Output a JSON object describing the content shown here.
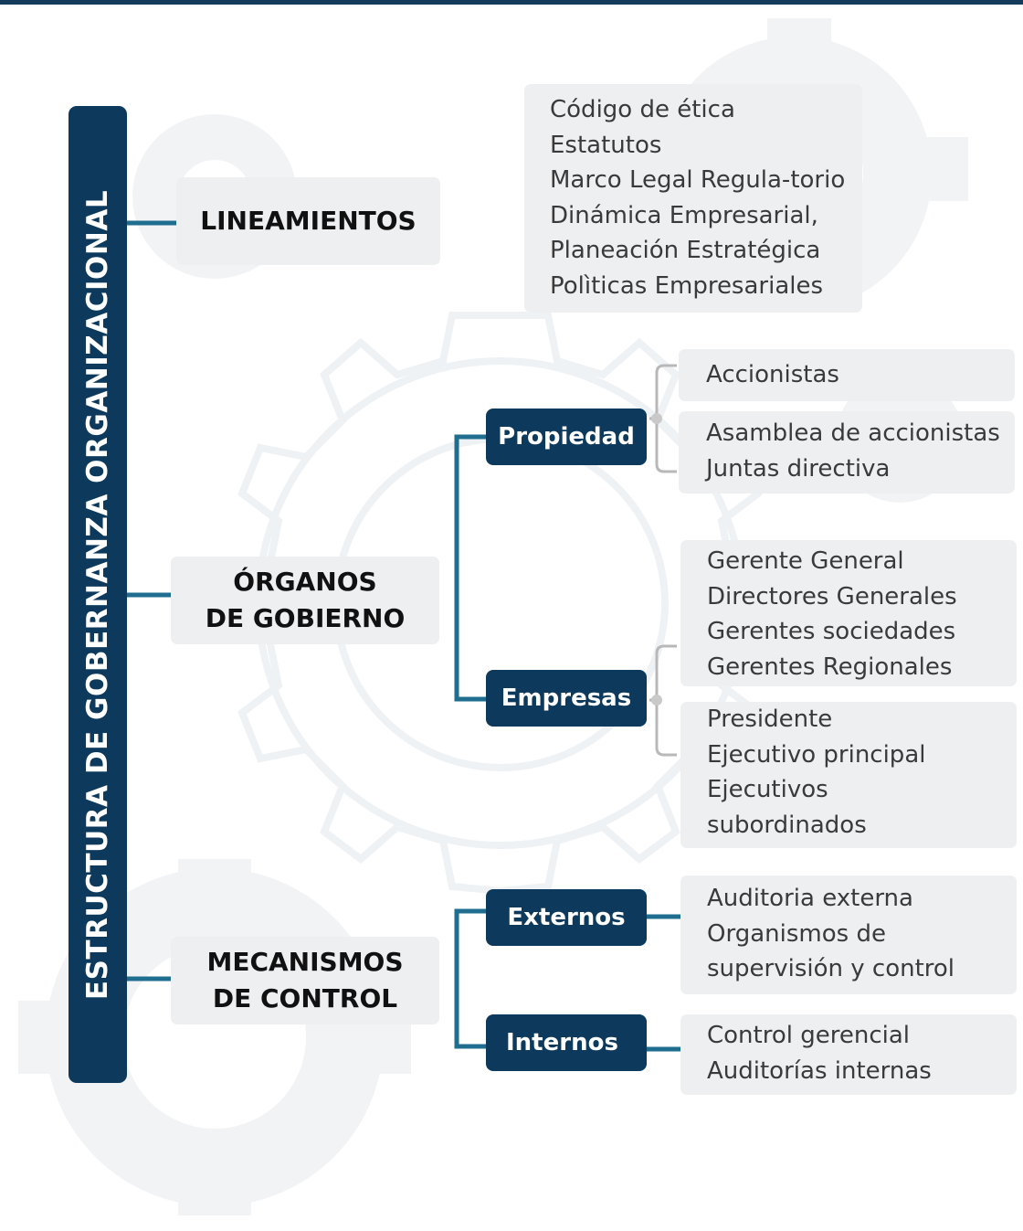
{
  "vertical_title": "ESTRUCTURA DE GOBERNANZA ORGANIZACIONAL",
  "lineamientos": {
    "title": "LINEAMIENTOS",
    "items": [
      "Código de ética",
      "Estatutos",
      "Marco Legal Regula-torio",
      "Dinámica Empresarial,",
      "Planeación Estratégica",
      "Polìticas Empresariales"
    ]
  },
  "organos": {
    "title_line1": "ÓRGANOS",
    "title_line2": "DE GOBIERNO",
    "propiedad": {
      "label": "Propiedad",
      "box1": [
        "Accionistas"
      ],
      "box2": [
        "Asamblea de accionistas",
        "Juntas directiva"
      ]
    },
    "empresas": {
      "label": "Empresas",
      "box1": [
        "Gerente General",
        "Directores  Generales",
        "Gerentes sociedades",
        "Gerentes Regionales"
      ],
      "box2": [
        "Presidente",
        "Ejecutivo  principal",
        "Ejecutivos",
        "subordinados"
      ]
    }
  },
  "mecanismos": {
    "title_line1": "MECANISMOS",
    "title_line2": "DE CONTROL",
    "externos": {
      "label": "Externos",
      "line1": "Auditoria externa",
      "line2_left": "Organismos",
      "line2_right": "de",
      "line3": "supervisión y control"
    },
    "internos": {
      "label": "Internos",
      "items": [
        "Control gerencial",
        "Auditorías internas"
      ]
    }
  },
  "colors": {
    "navy": "#0d3a5c",
    "connector": "#1f6d8f",
    "box_bg": "#eeeff1",
    "bracket": "#b8b8b8"
  }
}
